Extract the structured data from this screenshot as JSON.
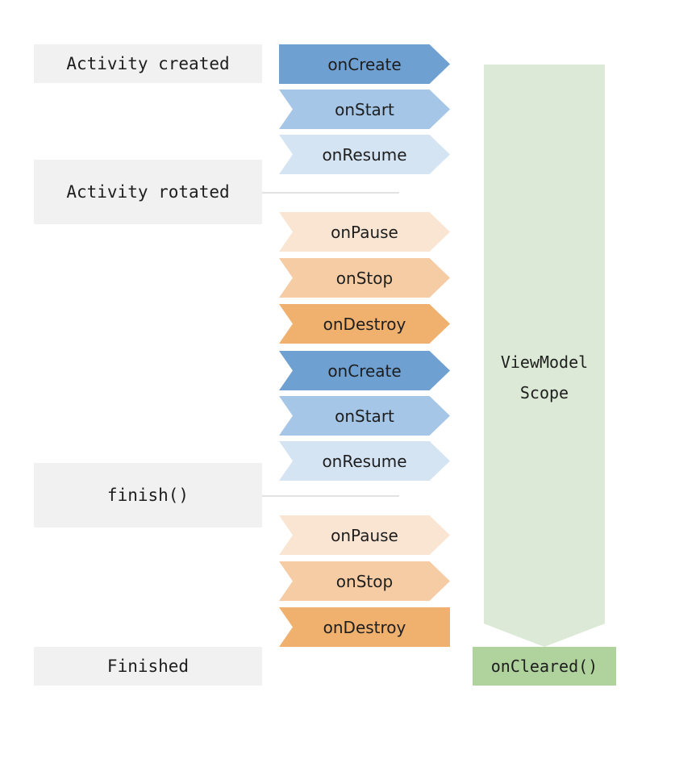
{
  "events": {
    "created": "Activity created",
    "rotated": "Activity rotated",
    "finish": "finish()",
    "finished": "Finished"
  },
  "lifecycle": [
    {
      "label": "onCreate",
      "color": "#6fa0d2"
    },
    {
      "label": "onStart",
      "color": "#a5c6e6"
    },
    {
      "label": "onResume",
      "color": "#d5e4f3"
    },
    {
      "label": "onPause",
      "color": "#fae5d3"
    },
    {
      "label": "onStop",
      "color": "#f5cca4"
    },
    {
      "label": "onDestroy",
      "color": "#f0b06e"
    },
    {
      "label": "onCreate",
      "color": "#6fa0d2"
    },
    {
      "label": "onStart",
      "color": "#a5c6e6"
    },
    {
      "label": "onResume",
      "color": "#d5e4f3"
    },
    {
      "label": "onPause",
      "color": "#fae5d3"
    },
    {
      "label": "onStop",
      "color": "#f5cca4"
    },
    {
      "label": "onDestroy",
      "color": "#f0b06e"
    }
  ],
  "scope": {
    "line1": "ViewModel",
    "line2": "Scope",
    "color": "#dce9d6"
  },
  "cleared": {
    "label": "onCleared()",
    "color": "#b0d39e"
  }
}
